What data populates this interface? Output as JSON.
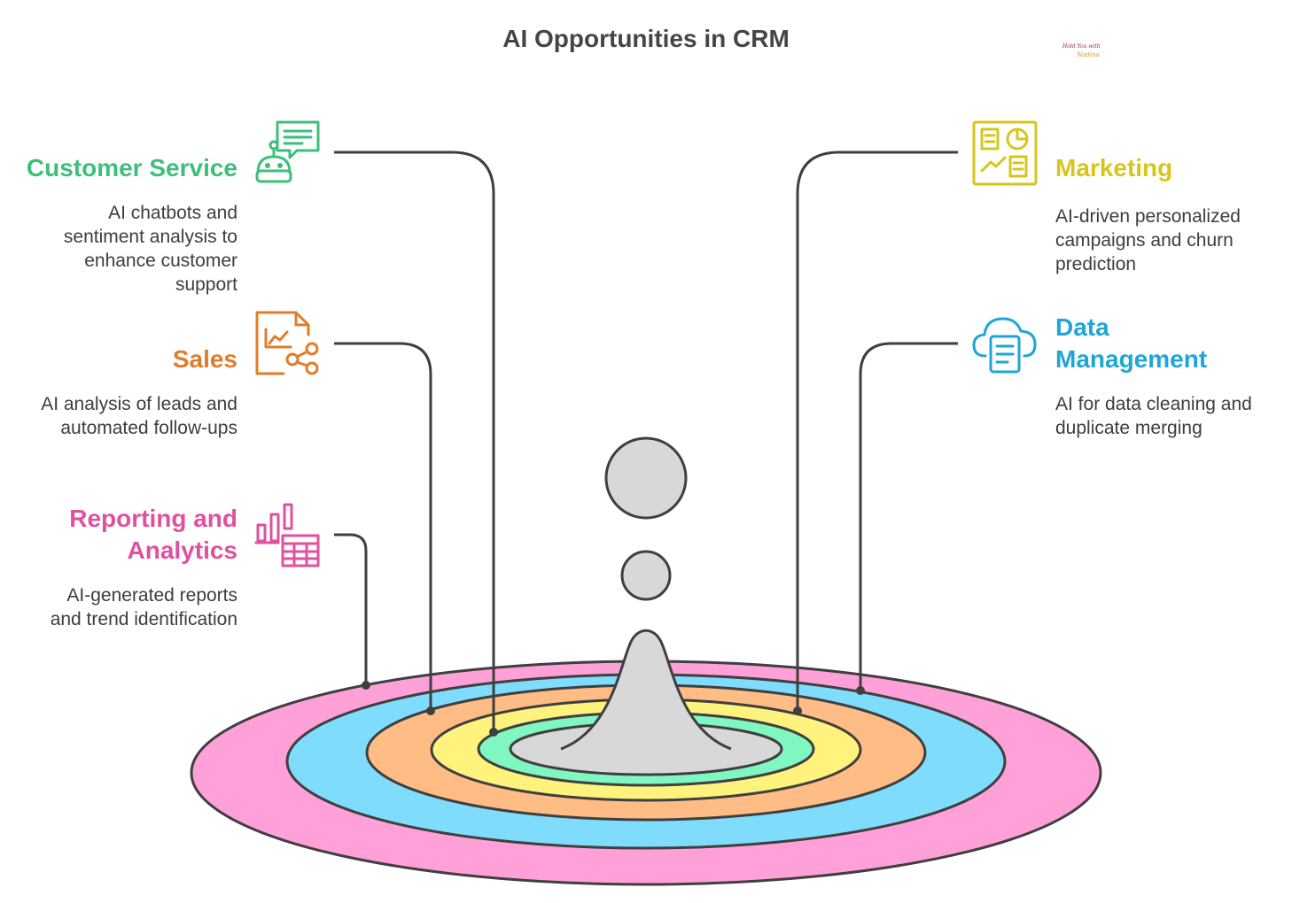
{
  "title": "AI Opportunities in CRM",
  "watermark": {
    "line1": "Hold You with",
    "line2": "Nadina"
  },
  "colors": {
    "customer_service": "#3dbf7a",
    "sales": "#e07d2b",
    "reporting": "#e0509e",
    "marketing": "#d6c61c",
    "data_management": "#1ea6d6",
    "ring_pink": "#ffa0d8",
    "ring_blue": "#7fdcfc",
    "ring_orange": "#ffbd85",
    "ring_yellow": "#fff27d",
    "ring_green": "#80f6c1",
    "gray": "#d8d8d8",
    "line": "#3f3f3f"
  },
  "items": {
    "customer_service": {
      "title": "Customer Service",
      "description": [
        "AI chatbots and",
        "sentiment analysis to",
        "enhance customer",
        "support"
      ],
      "icon": "chatbot-icon"
    },
    "sales": {
      "title": "Sales",
      "description": [
        "AI analysis of leads and",
        "automated follow-ups"
      ],
      "icon": "sales-chart-share-icon"
    },
    "reporting": {
      "title": [
        "Reporting and",
        "Analytics"
      ],
      "description": [
        "AI-generated reports",
        "and trend identification"
      ],
      "icon": "bar-chart-table-icon"
    },
    "marketing": {
      "title": "Marketing",
      "description": [
        "AI-driven personalized",
        "campaigns and churn",
        "prediction"
      ],
      "icon": "dashboard-icon"
    },
    "data_management": {
      "title": [
        "Data",
        "Management"
      ],
      "description": [
        "AI for data cleaning and",
        "duplicate merging"
      ],
      "icon": "cloud-document-icon"
    }
  }
}
